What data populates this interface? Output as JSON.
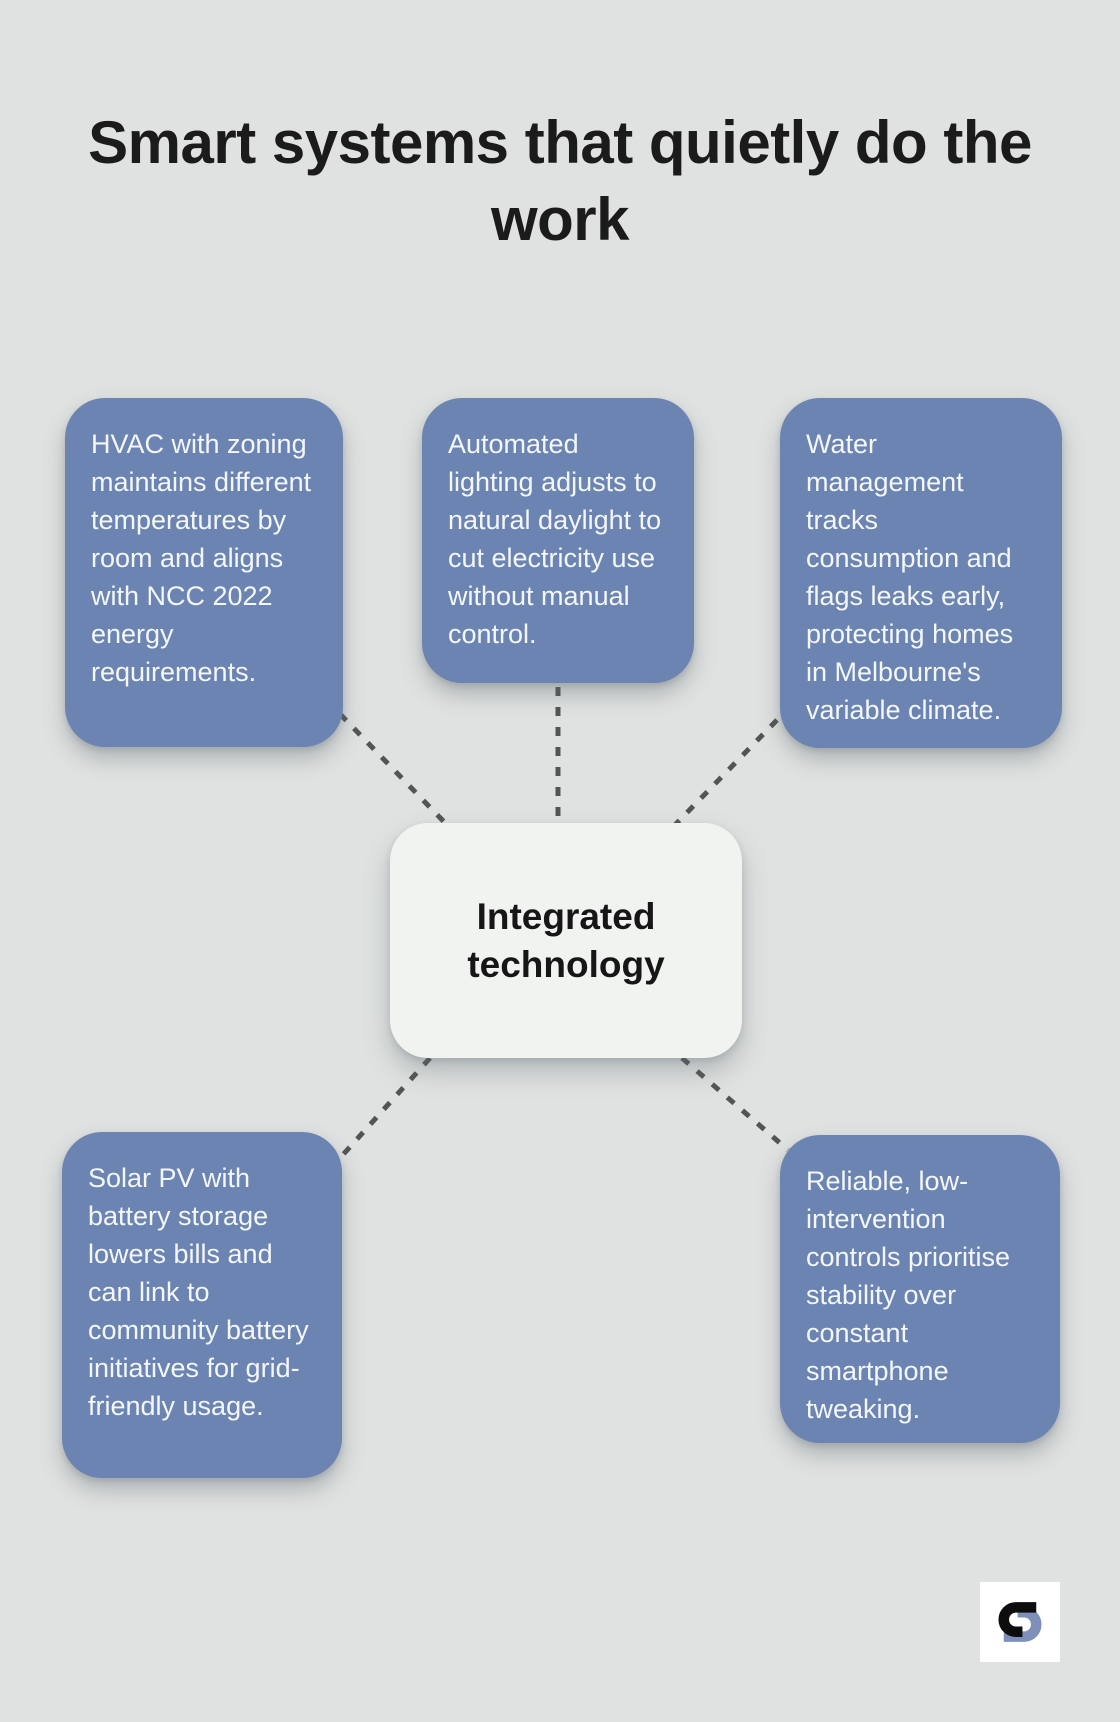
{
  "title": "Smart systems that quietly do the work",
  "center": {
    "label": "Integrated technology"
  },
  "nodes": [
    {
      "id": "hvac",
      "text": "HVAC with zoning maintains different temperatures by room and aligns with NCC 2022 energy requirements."
    },
    {
      "id": "lighting",
      "text": "Automated lighting adjusts to natural daylight to cut electricity use without manual control."
    },
    {
      "id": "water",
      "text": "Water management tracks consumption and flags leaks early, protecting homes in Melbourne's variable climate."
    },
    {
      "id": "solar",
      "text": "Solar PV with battery storage lowers bills and can link to community battery initiatives for grid-friendly usage."
    },
    {
      "id": "controls",
      "text": "Reliable, low-intervention controls prioritise stability over constant smartphone tweaking."
    }
  ],
  "icons": [
    {
      "name": "s-monogram-logo-icon",
      "description": "stylized letter S built from a black upper hook and a blue lower hook"
    }
  ],
  "colors": {
    "background": "#dfe2e0",
    "node_fill": "#6b84b2",
    "node_text": "#f4f7f9",
    "center_fill": "#f1f3f1",
    "center_text": "#161616",
    "connector": "#545454",
    "title_text": "#1b1b1b",
    "logo_black": "#0d0d0d",
    "logo_blue": "#7e90ba",
    "logo_bg": "#ffffff"
  }
}
